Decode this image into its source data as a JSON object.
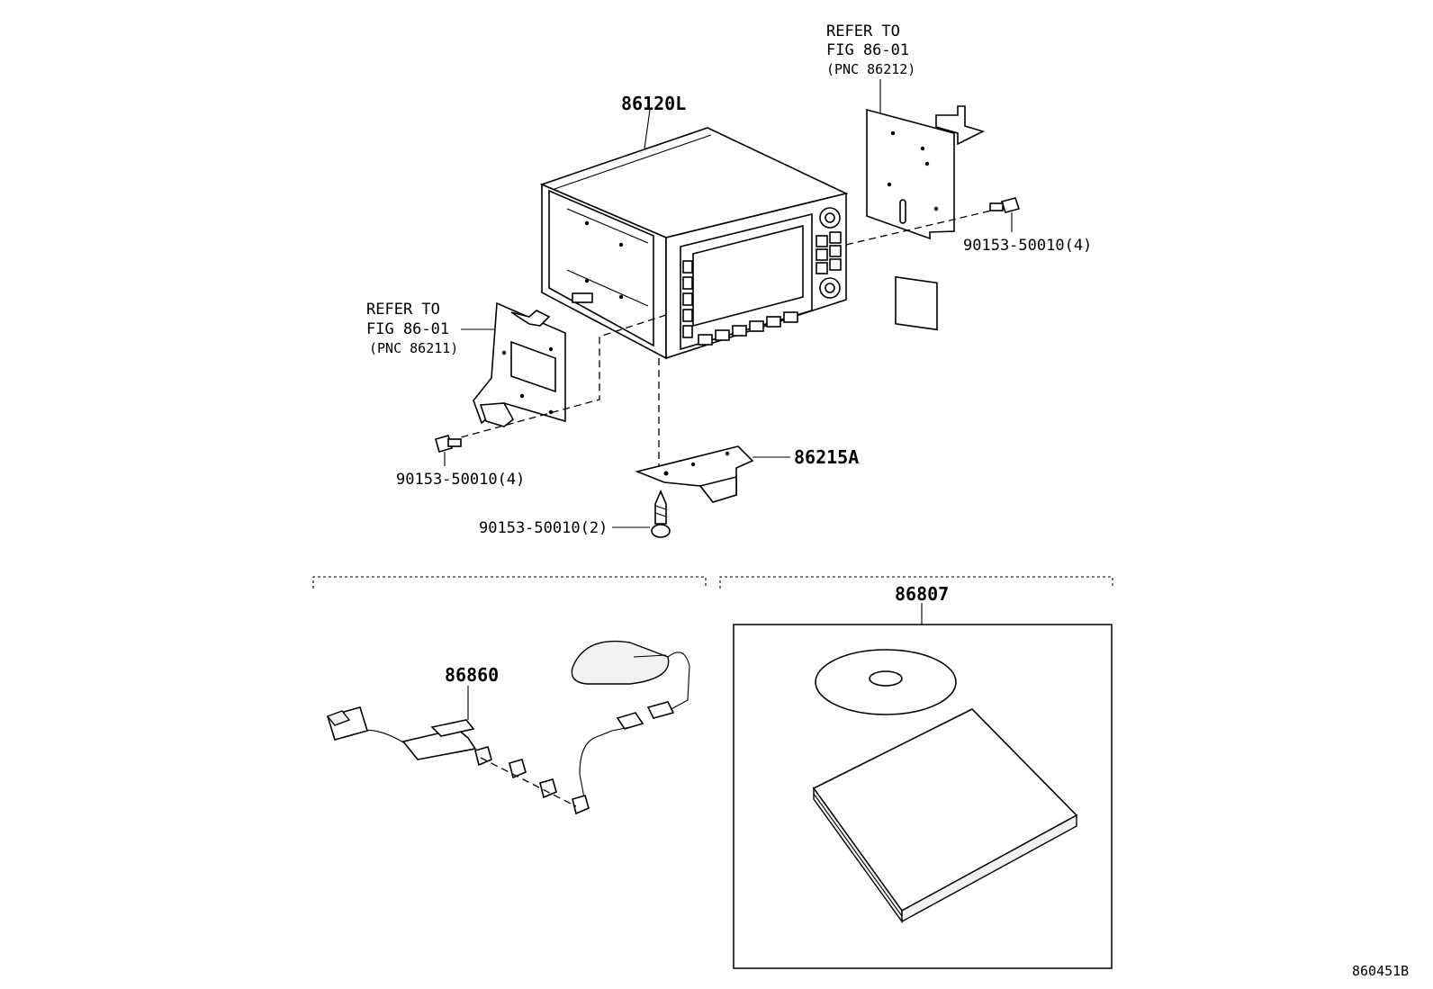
{
  "diagram": {
    "labels": {
      "head_unit": "86120L",
      "bracket_right_ref_line1": "REFER TO",
      "bracket_right_ref_line2": "FIG 86-01",
      "bracket_right_ref_line3": "(PNC 86212)",
      "bracket_left_ref_line1": "REFER TO",
      "bracket_left_ref_line2": "FIG 86-01",
      "bracket_left_ref_line3": "(PNC 86211)",
      "screw_right": "90153-50010(4)",
      "screw_left": "90153-50010(4)",
      "screw_bottom": "90153-50010(2)",
      "lower_bracket": "86215A",
      "gps_antenna": "86860",
      "map_disc_kit": "86807",
      "figure_code": "860451B"
    }
  }
}
